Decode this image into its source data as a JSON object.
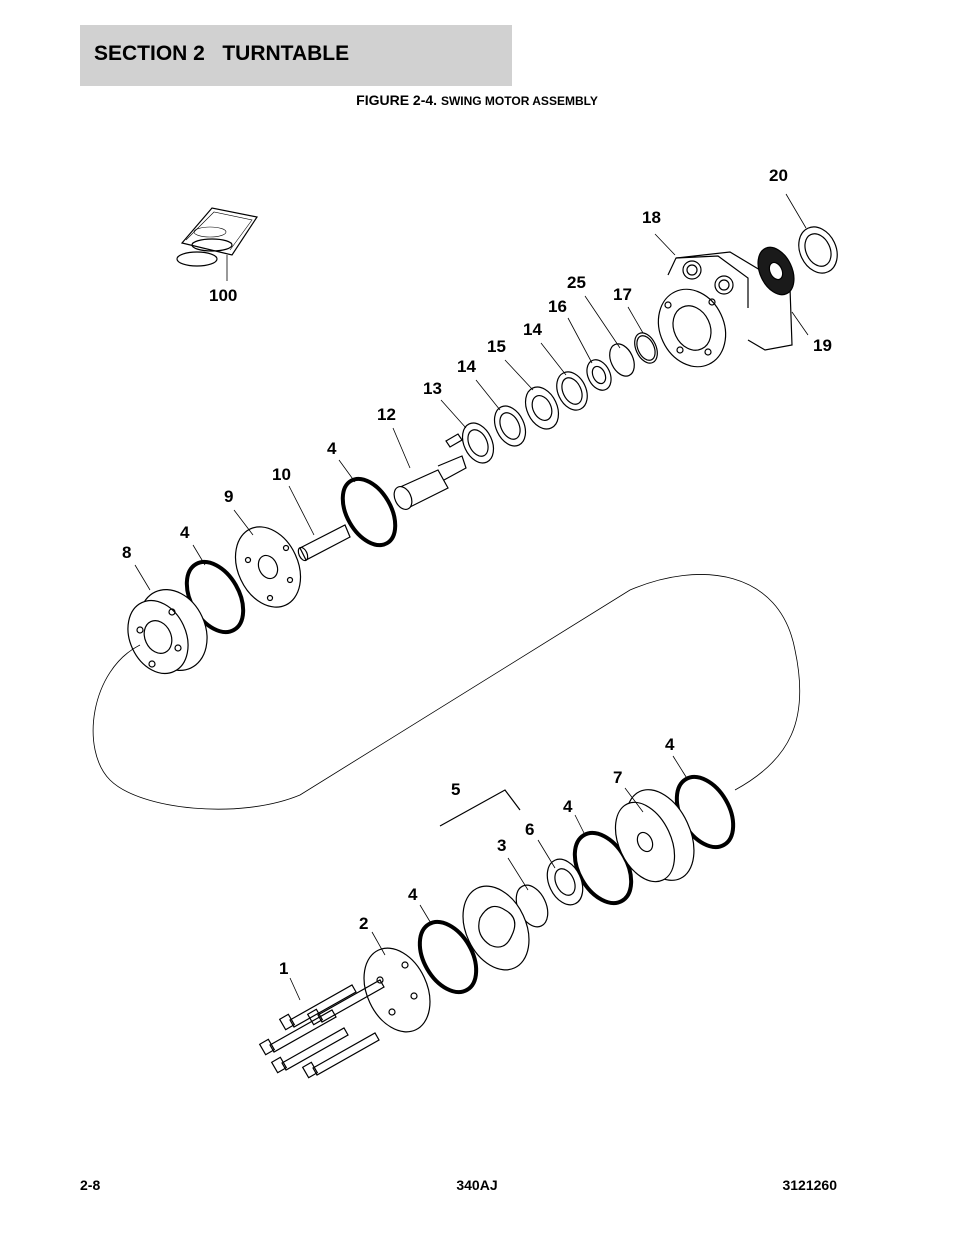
{
  "header": {
    "section": "SECTION 2   TURNTABLE"
  },
  "figure": {
    "label": "FIGURE 2-4.",
    "title": "SWING MOTOR ASSEMBLY"
  },
  "callouts": {
    "c20": "20",
    "c18": "18",
    "c19": "19",
    "c100": "100",
    "c25": "25",
    "c17": "17",
    "c16": "16",
    "c14a": "14",
    "c15": "15",
    "c14b": "14",
    "c13": "13",
    "c12": "12",
    "c4a": "4",
    "c10": "10",
    "c9": "9",
    "c4b": "4",
    "c8": "8",
    "c4c": "4",
    "c7": "7",
    "c5": "5",
    "c4d": "4",
    "c6": "6",
    "c3": "3",
    "c4e": "4",
    "c2": "2",
    "c1": "1"
  },
  "footer": {
    "page": "2-8",
    "model": "340AJ",
    "part_number": "3121260"
  }
}
